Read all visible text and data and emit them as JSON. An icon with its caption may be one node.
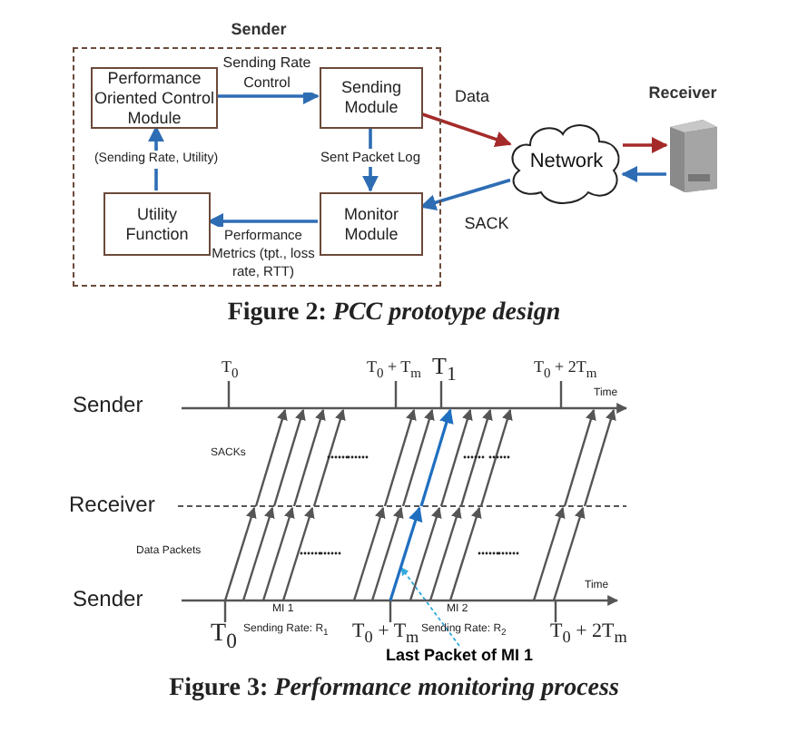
{
  "diagram": {
    "nodes": [
      {
        "text": [
          "Sender"
        ]
      },
      {
        "text": [
          "Performance Oriented Control Module"
        ],
        "in": 0
      },
      {
        "text": [
          "Sending Module"
        ],
        "in": 0
      },
      {
        "text": [
          "Utility Function"
        ],
        "in": 0
      },
      {
        "text": [
          "Monitor Module"
        ],
        "in": 0
      },
      {
        "text": [
          "Network"
        ]
      },
      {
        "text": [
          "Receiver"
        ]
      },
      {
        "text": [
          "Last Packet of MI 1"
        ]
      }
    ],
    "edges": [
      {
        "from": 1,
        "to": 2,
        "arrow": "to",
        "label": "Sending Rate Control"
      },
      {
        "from": 2,
        "to": 5,
        "arrow": "to",
        "label": "Data",
        "color": "#a52a2a"
      },
      {
        "from": 5,
        "to": 6,
        "arrow": "to",
        "color": "#a52a2a"
      },
      {
        "from": 6,
        "to": 5,
        "arrow": "to"
      },
      {
        "from": 5,
        "to": 4,
        "arrow": "to",
        "label": "SACK"
      },
      {
        "from": 2,
        "to": 4,
        "arrow": "to",
        "label": "Sent Packet Log"
      },
      {
        "from": 4,
        "to": 3,
        "arrow": "to",
        "label": "Performance Metrics (tpt., loss rate, RTT)"
      },
      {
        "from": 3,
        "to": 1,
        "arrow": "to",
        "label": "(Sending Rate, Utility)"
      },
      {
        "from": 7,
        "to": null,
        "arrow": "to",
        "style": "dashed",
        "color": "#33aadd"
      }
    ],
    "labels": [
      "Figure 2: *PCC prototype design*",
      "T$_{0}$",
      "T$_{0}$ + T$_{m}$",
      "T$_{1}$",
      "T$_{0}$ + 2T$_{m}$",
      "Sender",
      "Time",
      "SACKs",
      "Receiver",
      "Data Packets",
      "Sender",
      "Time",
      "MI 1",
      "MI 2",
      "T$_{0}$",
      "Sending Rate: R$_{1}$",
      "T$_{0}$ + T$_{m}$",
      "Sending Rate: R$_{2}$",
      "T$_{0}$ + 2T$_{m}$",
      "Figure 3: *Performance monitoring process*"
    ]
  }
}
